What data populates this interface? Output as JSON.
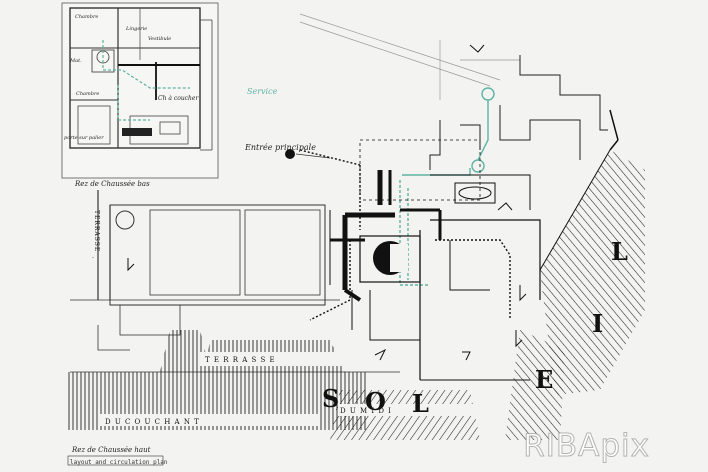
{
  "labels": {
    "inset_room": "Ch à coucher",
    "inset_note": "porte sur palier",
    "service": "Service",
    "entree": "Entrée principale",
    "rez_bas": "Rez de Chaussée bas",
    "terrasse_left": "TERRASSE",
    "terrasse_mid": "T E R R A S S E",
    "du_couchant": "D U   C O U C H A N T",
    "du_midi": "D U   M I D I",
    "sol_s": "S",
    "sol_o": "O",
    "sol_l": "L",
    "sol_e": "E",
    "sol_i": "I",
    "sol_l2": "L",
    "rez_haut": "Rez de Chaussée haut",
    "caption": "layout and circulation plan"
  },
  "watermark": "RIBApix",
  "colors": {
    "paper": "#f3f3f1",
    "ink": "#111111",
    "circulation": "#5fb3a3"
  }
}
